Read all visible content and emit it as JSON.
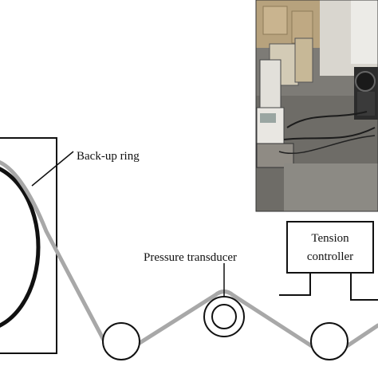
{
  "diagram": {
    "labels": {
      "backup_ring": "Back-up ring",
      "pressure_transducer": "Pressure transducer",
      "tension_controller_line1": "Tension",
      "tension_controller_line2": "controller"
    },
    "photo": {
      "description_icon": "lab-photo-icon"
    },
    "colors": {
      "strip": "#a8a8a8",
      "outline": "#111111",
      "photo_floor": "#7d7b76",
      "photo_wall": "#d9d6cf"
    }
  }
}
